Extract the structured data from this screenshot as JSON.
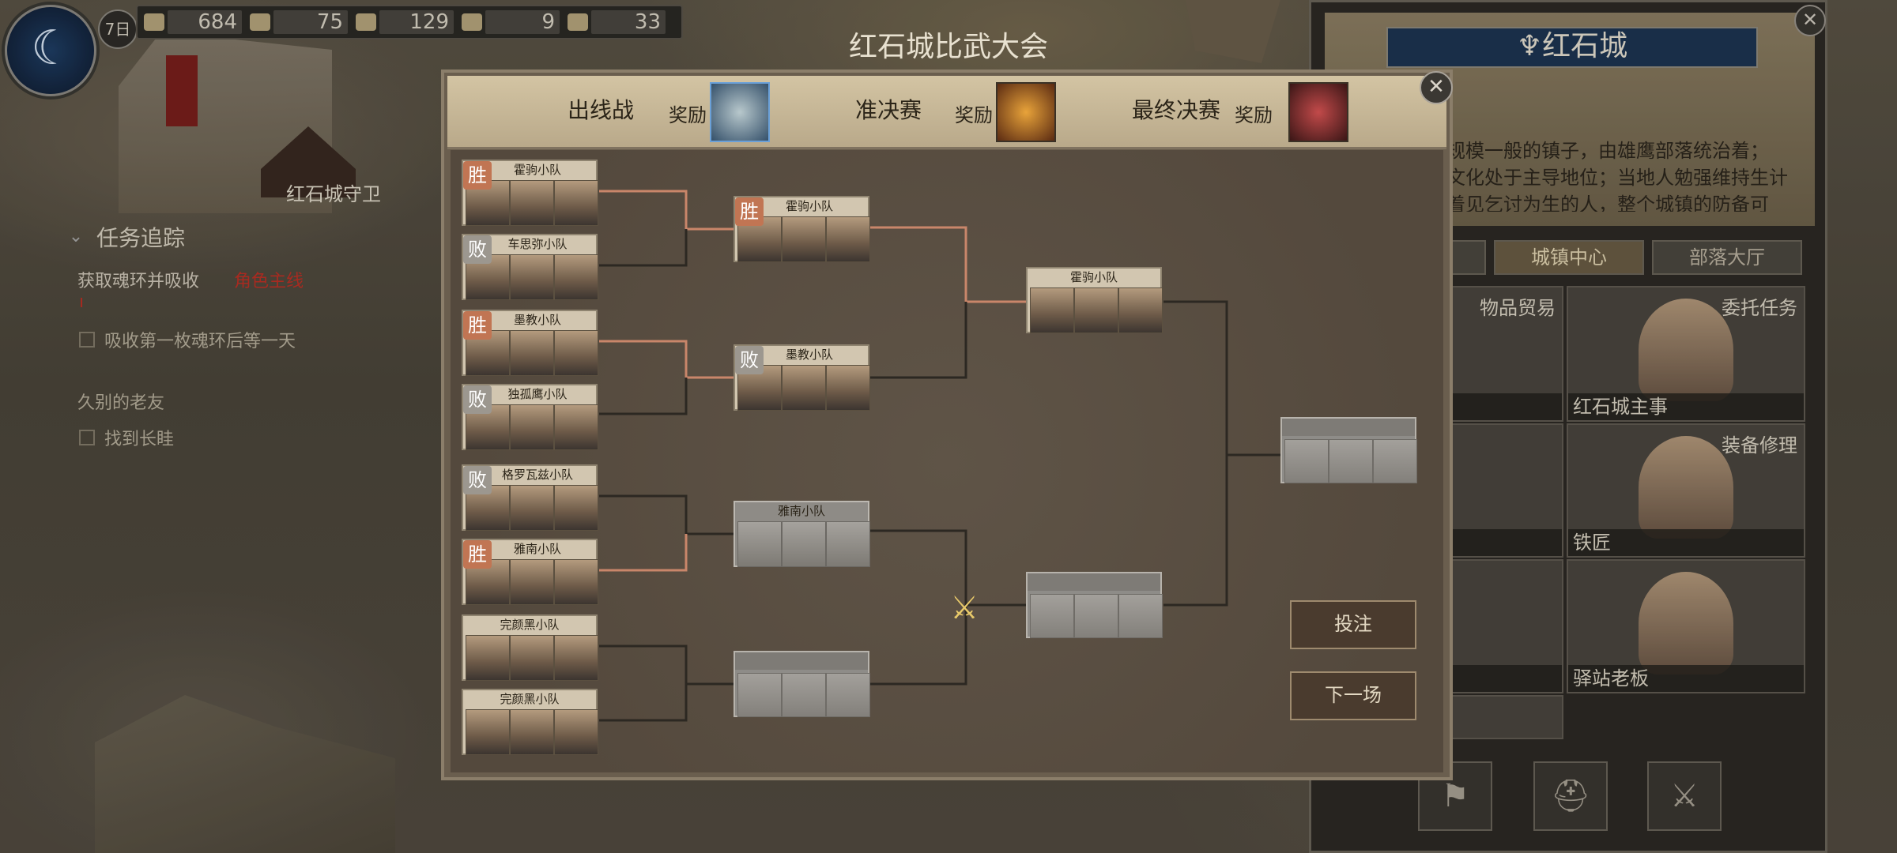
{
  "hud": {
    "day": "7日",
    "resources": [
      {
        "icon": "grain-icon",
        "value": "684"
      },
      {
        "icon": "wood-icon",
        "value": "75"
      },
      {
        "icon": "stone-icon",
        "value": "129"
      },
      {
        "icon": "money-bag-icon",
        "value": "9"
      },
      {
        "icon": "gem-icon",
        "value": "33"
      }
    ]
  },
  "map": {
    "npc_label": "红石城守卫"
  },
  "quest": {
    "header": "任务追踪",
    "main_quest": "获取魂环并吸收",
    "main_tag": "角色主线",
    "main_step": "吸收第一枚魂环后等一天",
    "second_quest": "久别的老友",
    "second_step": "找到长眭"
  },
  "town": {
    "name": "红石城",
    "desc_line1": "规模一般的镇子，由雄鹰部落统治着；",
    "desc_line2": "文化处于主导地位；当地人勉强维持生计",
    "desc_line3": "着见乞讨为生的人，整个城镇的防备可",
    "tabs": [
      "",
      "城镇中心",
      "部落大厅"
    ],
    "cells": [
      {
        "tag": "物品贸易",
        "label": ""
      },
      {
        "tag": "委托任务",
        "label": "红石城主事"
      },
      {
        "tag": "",
        "label": ""
      },
      {
        "tag": "装备修理",
        "label": "铁匠"
      },
      {
        "tag": "",
        "label": ""
      },
      {
        "tag": "",
        "label": "驿站老板"
      }
    ]
  },
  "tournament": {
    "title": "红石城比武大会",
    "stages": [
      {
        "name": "出线战",
        "reward_label": "奖励"
      },
      {
        "name": "准决赛",
        "reward_label": "奖励"
      },
      {
        "name": "最终决赛",
        "reward_label": "奖励"
      }
    ],
    "win_label": "胜",
    "lose_label": "败",
    "round1": [
      {
        "name": "霍驹小队",
        "result": "win"
      },
      {
        "name": "车思弥小队",
        "result": "lose"
      },
      {
        "name": "墨教小队",
        "result": "win"
      },
      {
        "name": "独孤鹰小队",
        "result": "lose"
      },
      {
        "name": "格罗瓦兹小队",
        "result": "lose"
      },
      {
        "name": "雅南小队",
        "result": "win"
      },
      {
        "name": "完颜黑小队",
        "result": ""
      },
      {
        "name": "完颜黑小队",
        "result": ""
      }
    ],
    "round2": [
      {
        "name": "霍驹小队",
        "result": "win"
      },
      {
        "name": "墨教小队",
        "result": "lose"
      },
      {
        "name": "雅南小队",
        "result": ""
      }
    ],
    "semifinal": [
      {
        "name": "霍驹小队"
      }
    ],
    "buttons": {
      "bet": "投注",
      "next": "下一场"
    },
    "colors": {
      "win": "#c17553",
      "lose": "#9c978f",
      "winner_line": "#c9866a"
    }
  }
}
